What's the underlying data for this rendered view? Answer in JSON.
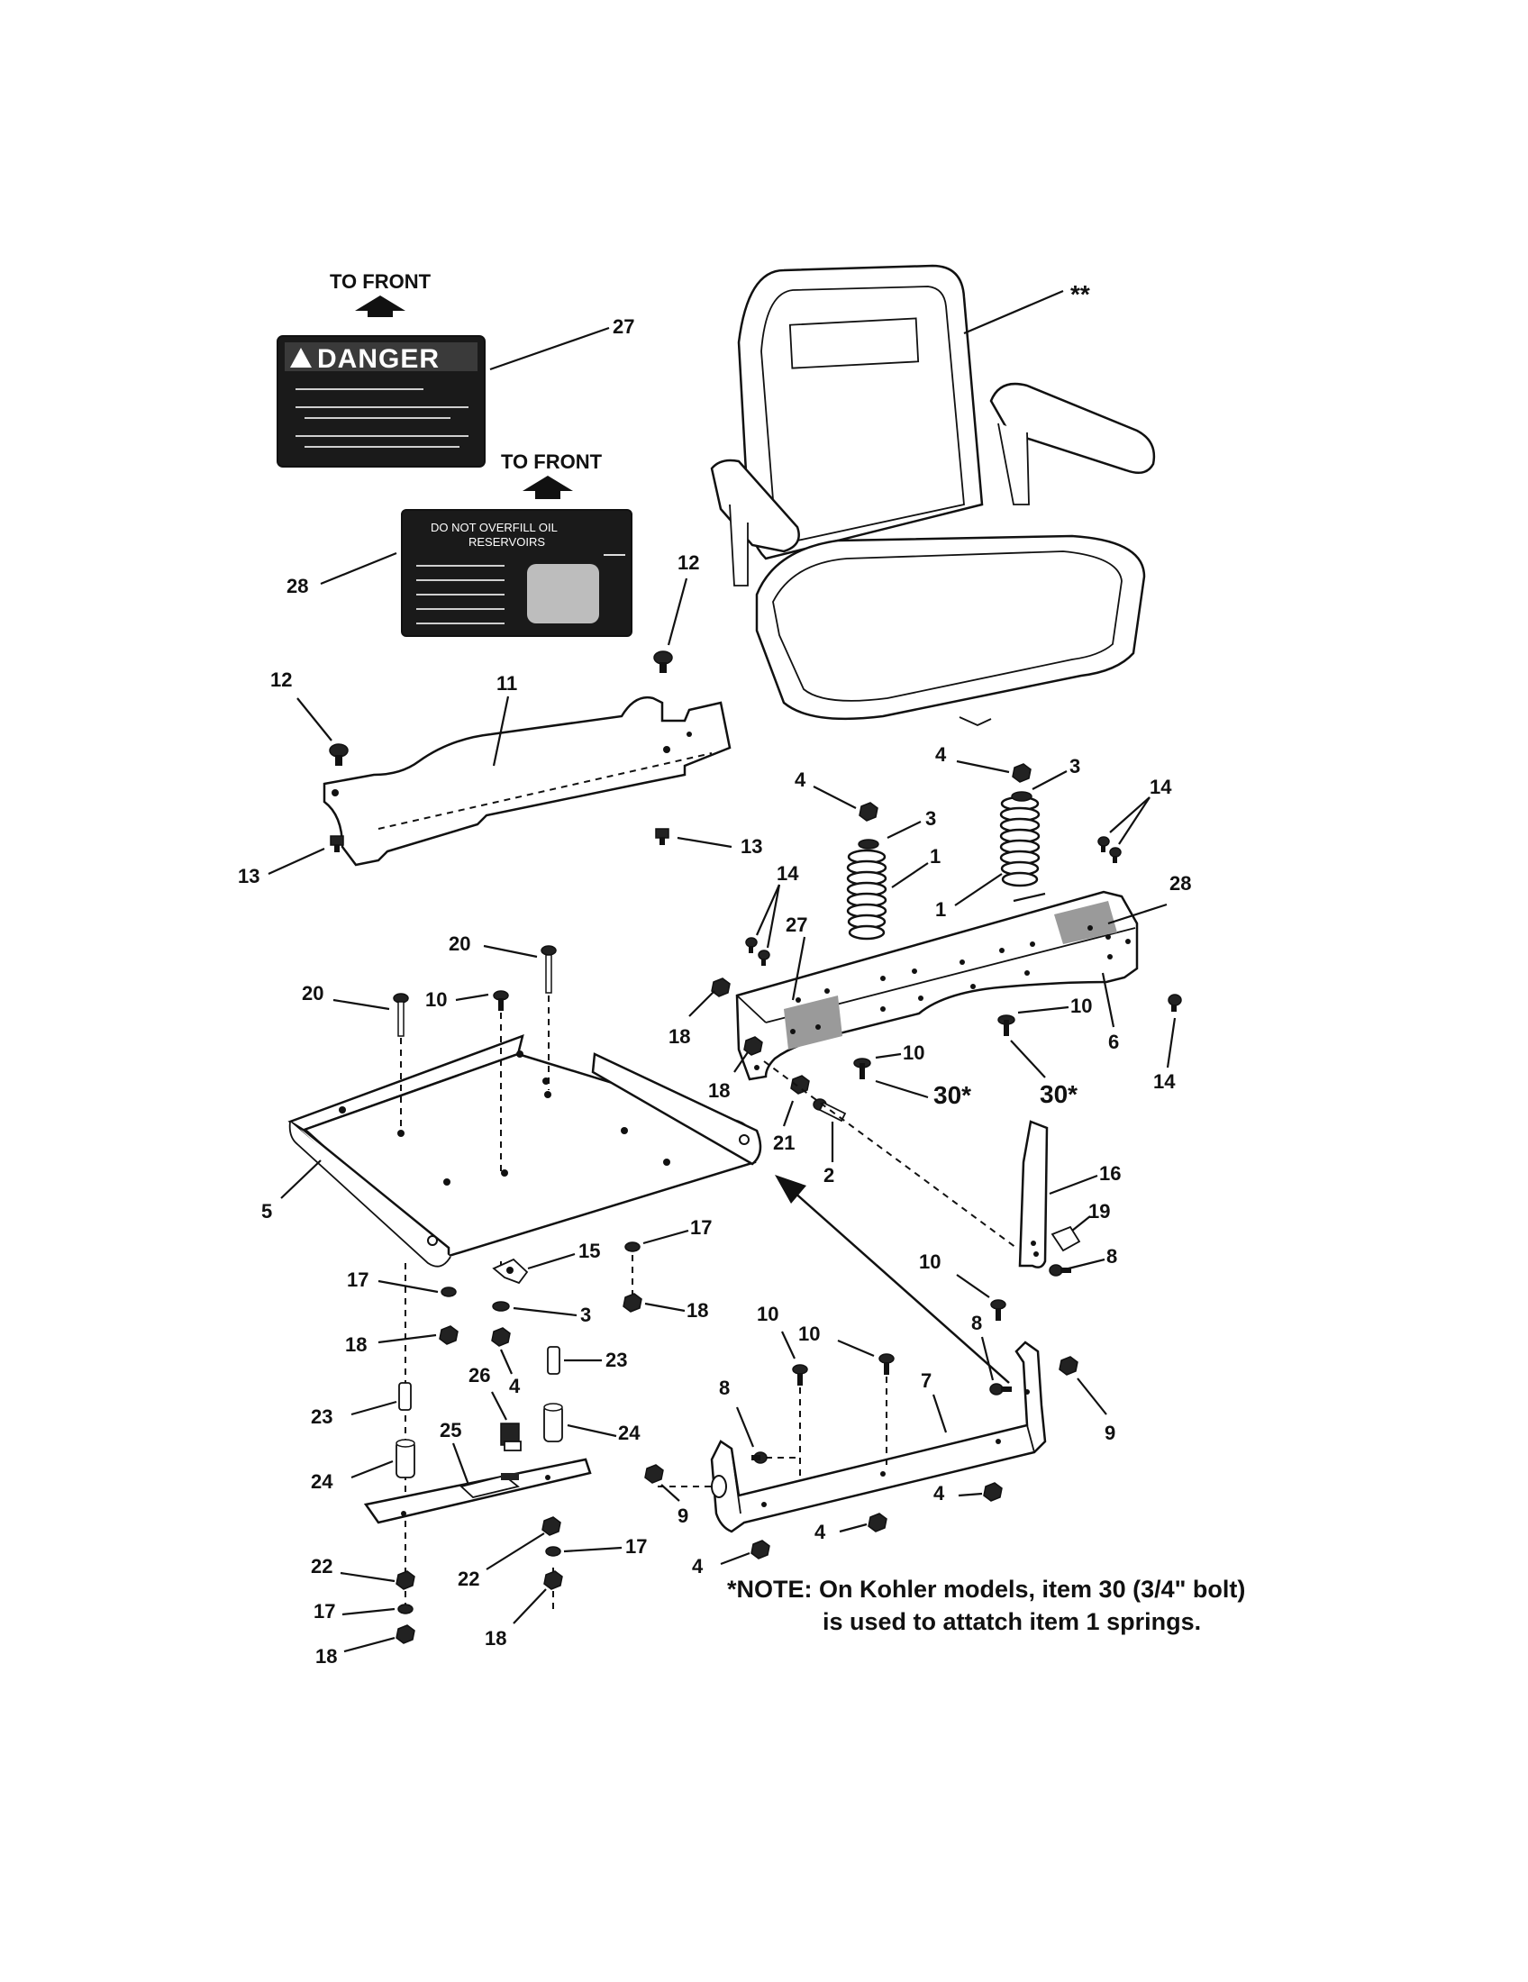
{
  "labels": {
    "to_front_1": "TO FRONT",
    "to_front_2": "TO FRONT",
    "seat_marker": "**",
    "danger_word": "DANGER",
    "oil_decal_line1": "DO NOT OVERFILL OIL",
    "oil_decal_line2": "RESERVOIRS",
    "callouts": {
      "c1a": "1",
      "c1b": "1",
      "c2": "2",
      "c3a": "3",
      "c3b": "3",
      "c3c": "3",
      "c4a": "4",
      "c4b": "4",
      "c4c": "4",
      "c4d": "4",
      "c4e": "4",
      "c4f": "4",
      "c5": "5",
      "c6": "6",
      "c7": "7",
      "c8a": "8",
      "c8b": "8",
      "c8c": "8",
      "c9a": "9",
      "c9b": "9",
      "c10a": "10",
      "c10b": "10",
      "c10c": "10",
      "c10d": "10",
      "c10e": "10",
      "c10f": "10",
      "c11": "11",
      "c12a": "12",
      "c12b": "12",
      "c13a": "13",
      "c13b": "13",
      "c14a": "14",
      "c14b": "14",
      "c14c": "14",
      "c15": "15",
      "c16": "16",
      "c17a": "17",
      "c17b": "17",
      "c17c": "17",
      "c17d": "17",
      "c18a": "18",
      "c18b": "18",
      "c18c": "18",
      "c18d": "18",
      "c18e": "18",
      "c19": "19",
      "c20a": "20",
      "c20b": "20",
      "c21": "21",
      "c22a": "22",
      "c22b": "22",
      "c23a": "23",
      "c23b": "23",
      "c24a": "24",
      "c24b": "24",
      "c25": "25",
      "c26": "26",
      "c27a": "27",
      "c27b": "27",
      "c28a": "28",
      "c28b": "28",
      "c30a": "30*",
      "c30b": "30*"
    }
  },
  "note": {
    "line1": "*NOTE: On Kohler models, item 30 (3/4\" bolt)",
    "line2": "is used to attatch item 1 springs."
  }
}
